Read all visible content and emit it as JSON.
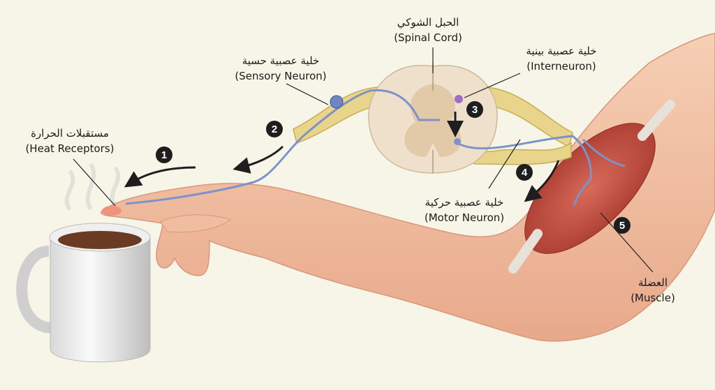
{
  "labels": {
    "spinal_cord": {
      "ar": "الحبل الشوكي",
      "en": "(Spinal Cord)"
    },
    "sensory_neuron": {
      "ar": "خلية عصبية حسية",
      "en": "(Sensory Neuron)"
    },
    "interneuron": {
      "ar": "خلية عصبية بينية",
      "en": "(Interneuron)"
    },
    "heat_receptors": {
      "ar": "مستقبلات الحرارة",
      "en": "(Heat Receptors)"
    },
    "motor_neuron": {
      "ar": "خلية عصبية حركية",
      "en": "(Motor Neuron)"
    },
    "muscle": {
      "ar": "العضلة",
      "en": "(Muscle)"
    }
  },
  "steps": [
    "1",
    "2",
    "3",
    "4",
    "5"
  ],
  "colors": {
    "background": "#f7f5e7",
    "skin": "#f2c2a4",
    "muscle": "#c8574a",
    "nerve_root": "#e8d48a",
    "neuron": "#7b93c9",
    "interneuron": "#9b6fc4",
    "step_badge": "#1e1e1e"
  }
}
